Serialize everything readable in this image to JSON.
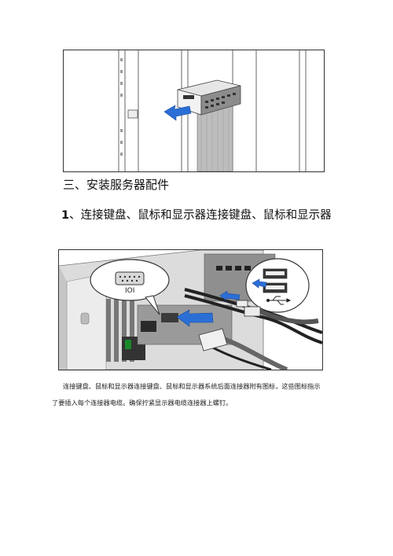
{
  "section_heading": "三、安装服务器配件",
  "subsection": {
    "number": "1",
    "title": "、连接键盘、鼠标和显示器连接键盘、鼠标和显示器"
  },
  "body_lines": [
    "连接键盘、鼠标和显示器连接键盘、鼠标和显示器系统后面连接器附有图标，这些图标指示",
    "了要插入每个连接器电缆。确保拧紧显示器电缆连接器上螺钉。"
  ],
  "figures": {
    "rack_install": {
      "label": "",
      "arrow_color": "#2b6fd6"
    },
    "cable_connect": {
      "label": "",
      "arrow_color": "#2b6fd6",
      "callout_left_glyph": "IOI"
    }
  }
}
